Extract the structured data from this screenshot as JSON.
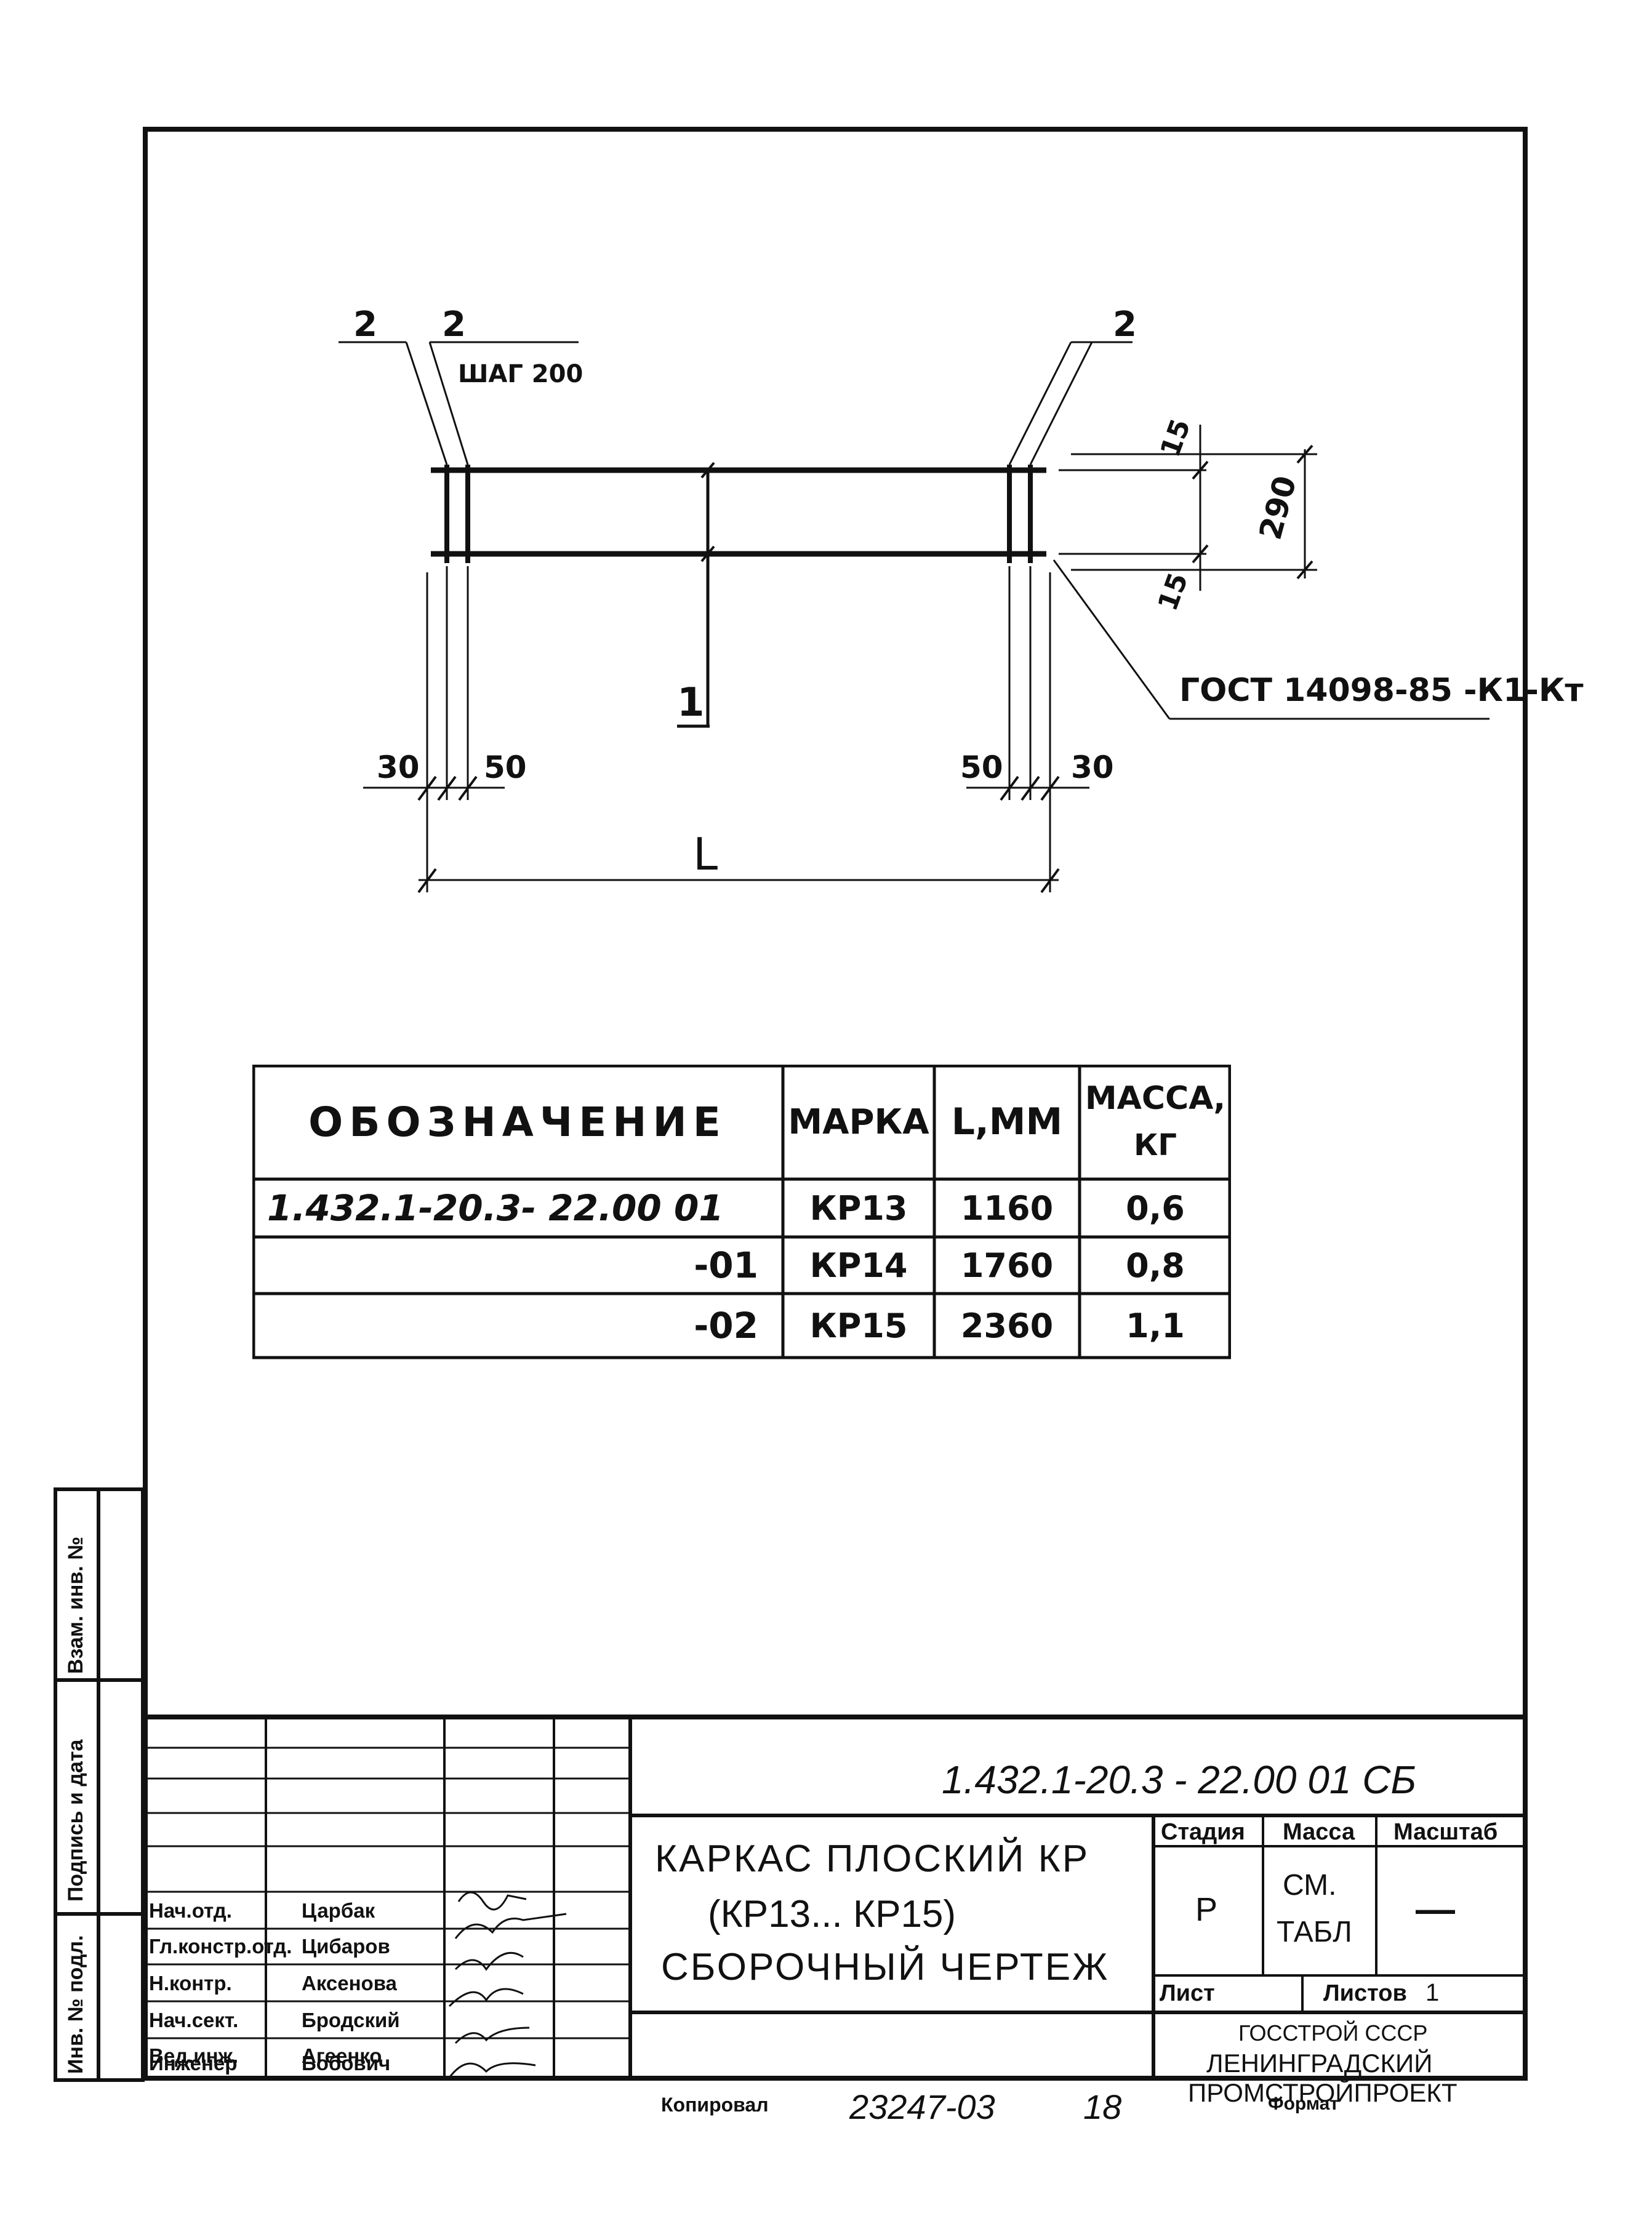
{
  "drawing": {
    "callout_2_left_a": "2",
    "callout_2_left_b": "2",
    "callout_2_right": "2",
    "step": "ШАГ 200",
    "dim_15_top": "15",
    "dim_15_bottom": "15",
    "dim_290": "290",
    "gost": "ГОСТ 14098-85 -К1-Кт",
    "section": "1",
    "dim_30_left": "30",
    "dim_50_left": "50",
    "dim_50_right": "50",
    "dim_30_right": "30",
    "length": "L"
  },
  "spec_table": {
    "headers": [
      "ОБОЗНАЧЕНИЕ",
      "МАРКА",
      "L,ММ",
      "МАССА,",
      "КГ"
    ],
    "rows": [
      {
        "designation": "1.432.1-20.3- 22.00 01",
        "mark": "КР13",
        "length": "1160",
        "mass": "0,6"
      },
      {
        "designation": "-01",
        "mark": "КР14",
        "length": "1760",
        "mass": "0,8"
      },
      {
        "designation": "-02",
        "mark": "КР15",
        "length": "2360",
        "mass": "1,1"
      }
    ]
  },
  "title_block": {
    "doc_code": "1.432.1-20.3 - 22.00 01 СБ",
    "title_line1": "КАРКАС ПЛОСКИЙ КР",
    "title_line2": "(КР13... КР15)",
    "title_line3": "СБОРОЧНЫЙ ЧЕРТЕЖ",
    "stage_label": "Стадия",
    "mass_label": "Масса",
    "scale_label": "Масштаб",
    "stage_value": "Р",
    "mass_value_1": "СМ.",
    "mass_value_2": "ТАБЛ",
    "scale_value": "—",
    "sheet_label": "Лист",
    "sheets_label": "Листов",
    "sheets_value": "1",
    "org_line1": "ГОССТРОЙ СССР",
    "org_line2": "ЛЕНИНГРАДСКИЙ",
    "org_line3": "ПРОМСТРОЙПРОЕКТ",
    "staff": [
      {
        "role": "Нач.отд.",
        "name": "Царбак"
      },
      {
        "role": "Гл.констр.отд.",
        "name": "Цибаров"
      },
      {
        "role": "Н.контр.",
        "name": "Аксенова"
      },
      {
        "role": "Нач.сект.",
        "name": "Бродский"
      },
      {
        "role": "Вед.инж.",
        "name": "Агеенко"
      },
      {
        "role": "Инженер",
        "name": "Бобович"
      }
    ]
  },
  "margin": {
    "inv_podl": "Инв. № подл.",
    "signature_date": "Подпись и дата",
    "vzam_inv": "Взам. инв. №"
  },
  "footer": {
    "copied": "Копировал",
    "number": "23247-03",
    "page": "18",
    "format": "Формат"
  }
}
